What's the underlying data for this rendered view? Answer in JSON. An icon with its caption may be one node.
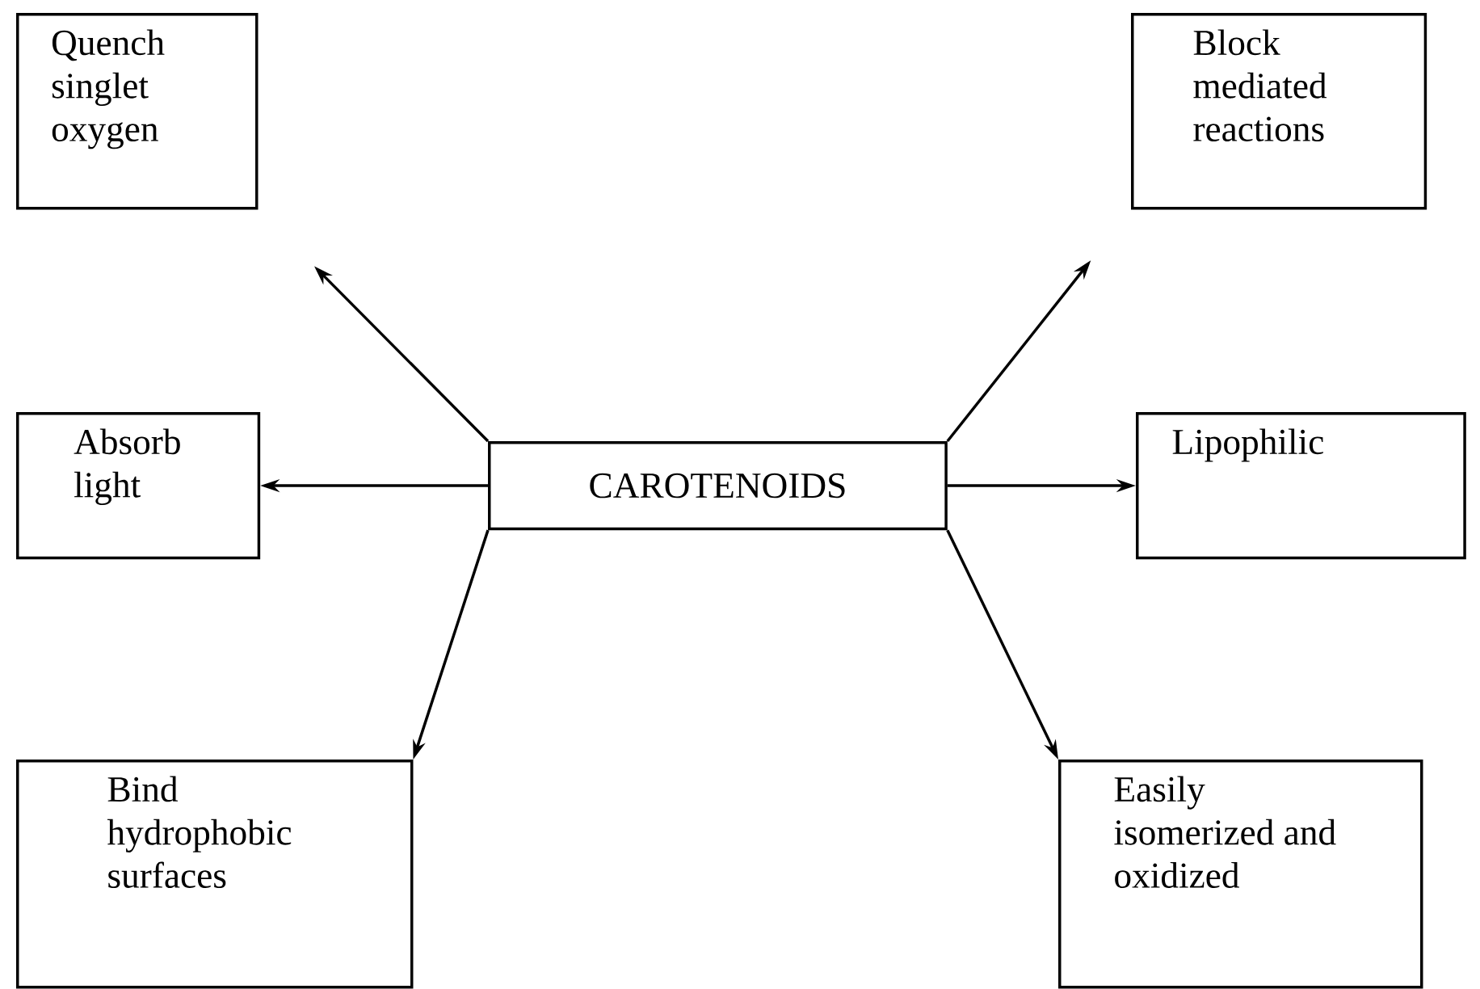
{
  "diagram": {
    "nodes": [
      {
        "text": [
          "CAROTENOIDS"
        ]
      },
      {
        "text": [
          "Quench singlet oxygen"
        ]
      },
      {
        "text": [
          "Block mediated reactions"
        ]
      },
      {
        "text": [
          "Absorb light"
        ]
      },
      {
        "text": [
          "Lipophilic"
        ]
      },
      {
        "text": [
          "Bind hydrophobic surfaces"
        ]
      },
      {
        "text": [
          "Easily isomerized and oxidized"
        ]
      }
    ],
    "edges": [
      {
        "from": 0,
        "to": 1,
        "arrow": "to"
      },
      {
        "from": 0,
        "to": 2,
        "arrow": "to"
      },
      {
        "from": 0,
        "to": 3,
        "arrow": "to"
      },
      {
        "from": 0,
        "to": 4,
        "arrow": "to"
      },
      {
        "from": 0,
        "to": 5,
        "arrow": "to"
      },
      {
        "from": 0,
        "to": 6,
        "arrow": "to"
      }
    ]
  }
}
